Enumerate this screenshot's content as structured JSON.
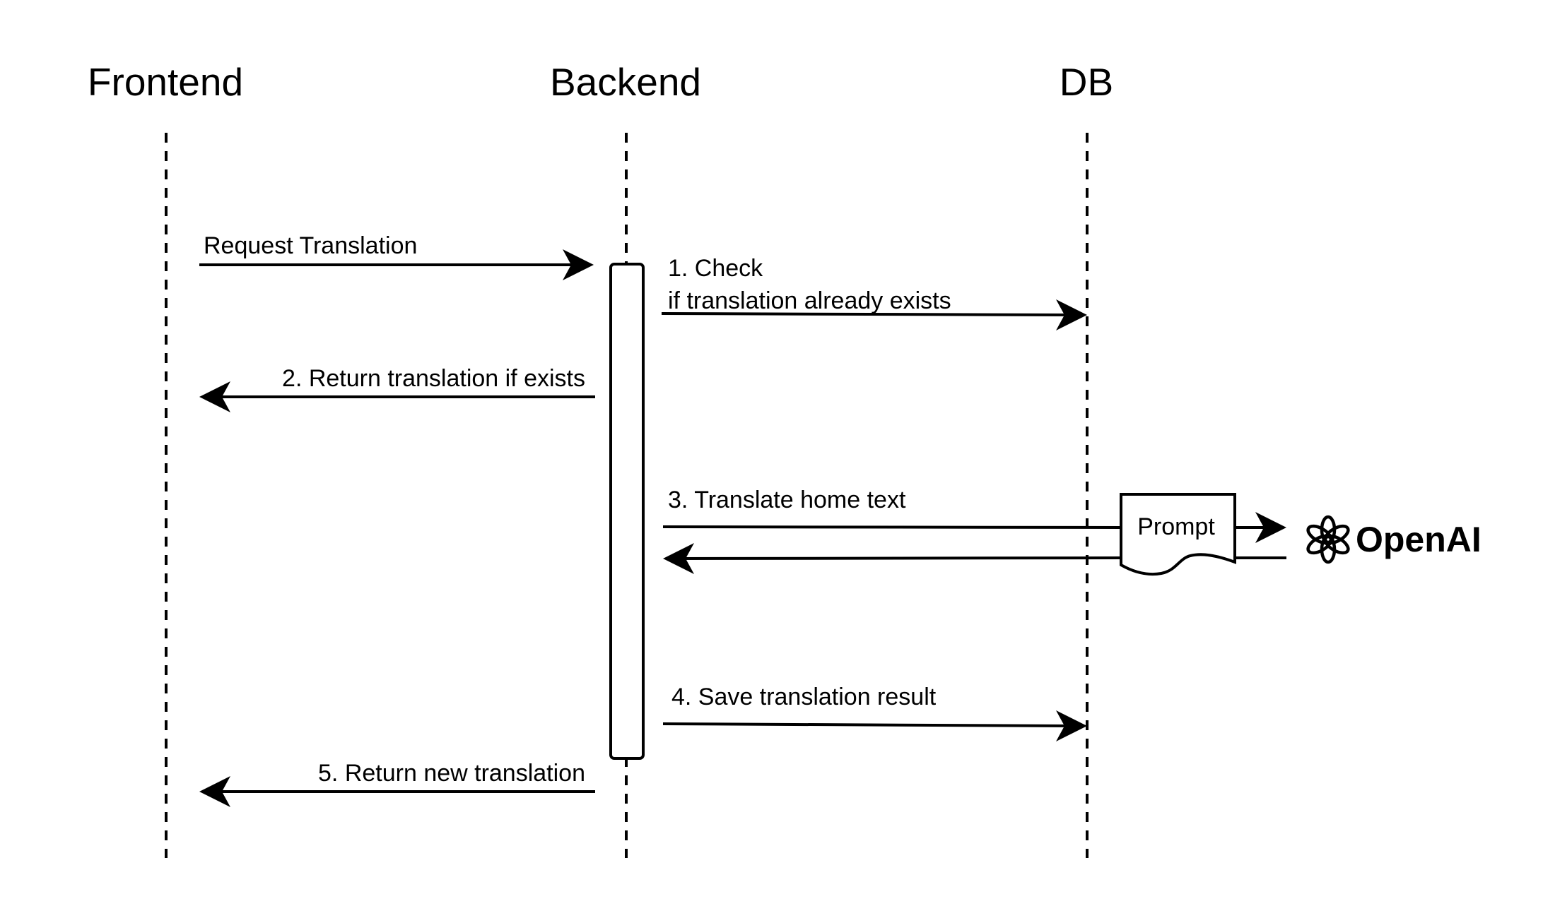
{
  "lanes": {
    "frontend": "Frontend",
    "backend": "Backend",
    "db": "DB"
  },
  "messages": {
    "request": "Request Translation",
    "check_line1": "1. Check",
    "check_line2": "if translation already exists",
    "return_existing": "2. Return translation if exists",
    "translate": "3. Translate home text",
    "save": "4. Save translation result",
    "return_new": "5. Return new translation"
  },
  "prompt_label": "Prompt",
  "openai": {
    "name": "OpenAI",
    "icon": "openai-logo-icon"
  }
}
